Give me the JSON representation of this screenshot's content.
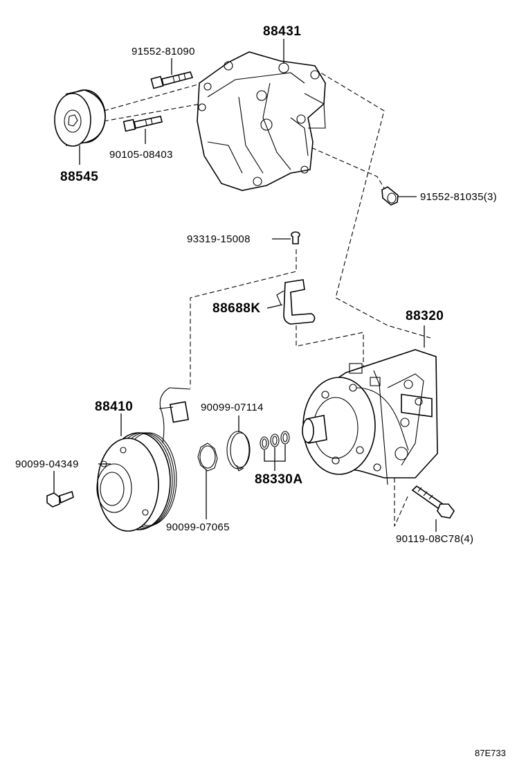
{
  "diagram": {
    "ref_code": "87E733",
    "labels": {
      "bracket": "88431",
      "bolt_top": "91552-81090",
      "idler_bolt": "90105-08403",
      "idler_pulley": "88545",
      "bracket_bolts": "91552-81035(3)",
      "screw": "93319-15008",
      "wire_bracket": "88688K",
      "compressor": "88320",
      "clutch": "88410",
      "snap_ring_outer": "90099-07114",
      "clutch_bolt": "90099-04349",
      "shims": "88330A",
      "snap_ring_inner": "90099-07065",
      "compressor_bolts": "90119-08C78(4)"
    }
  }
}
